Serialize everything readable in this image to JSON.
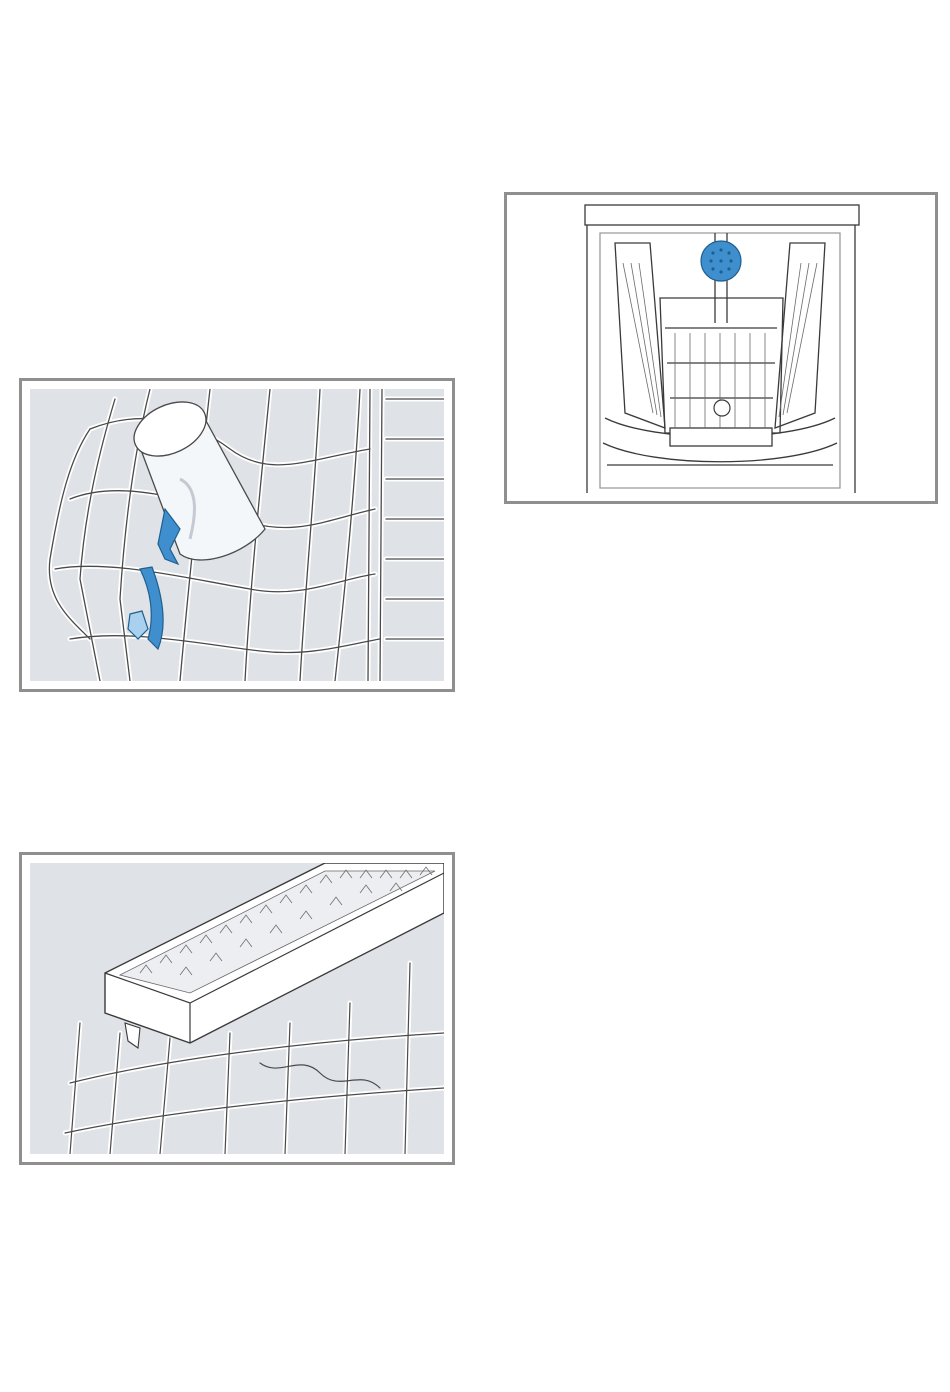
{
  "figures": [
    {
      "id": "dishwasher-front-view",
      "accent": "#2f7dbf"
    },
    {
      "id": "upper-rack-glass-holder",
      "accent": "#3f8fcf"
    },
    {
      "id": "cutlery-tray",
      "accent": "#6f6f6f"
    }
  ],
  "colors": {
    "frame": "#8f8f8f",
    "panel": "#dfe2e7",
    "line": "#4a4a4a",
    "blue": "#3f8fcf",
    "blue_light": "#a9d0ee"
  },
  "icons": [
    "spray-arm-icon",
    "glass-holder-clip-icon"
  ]
}
